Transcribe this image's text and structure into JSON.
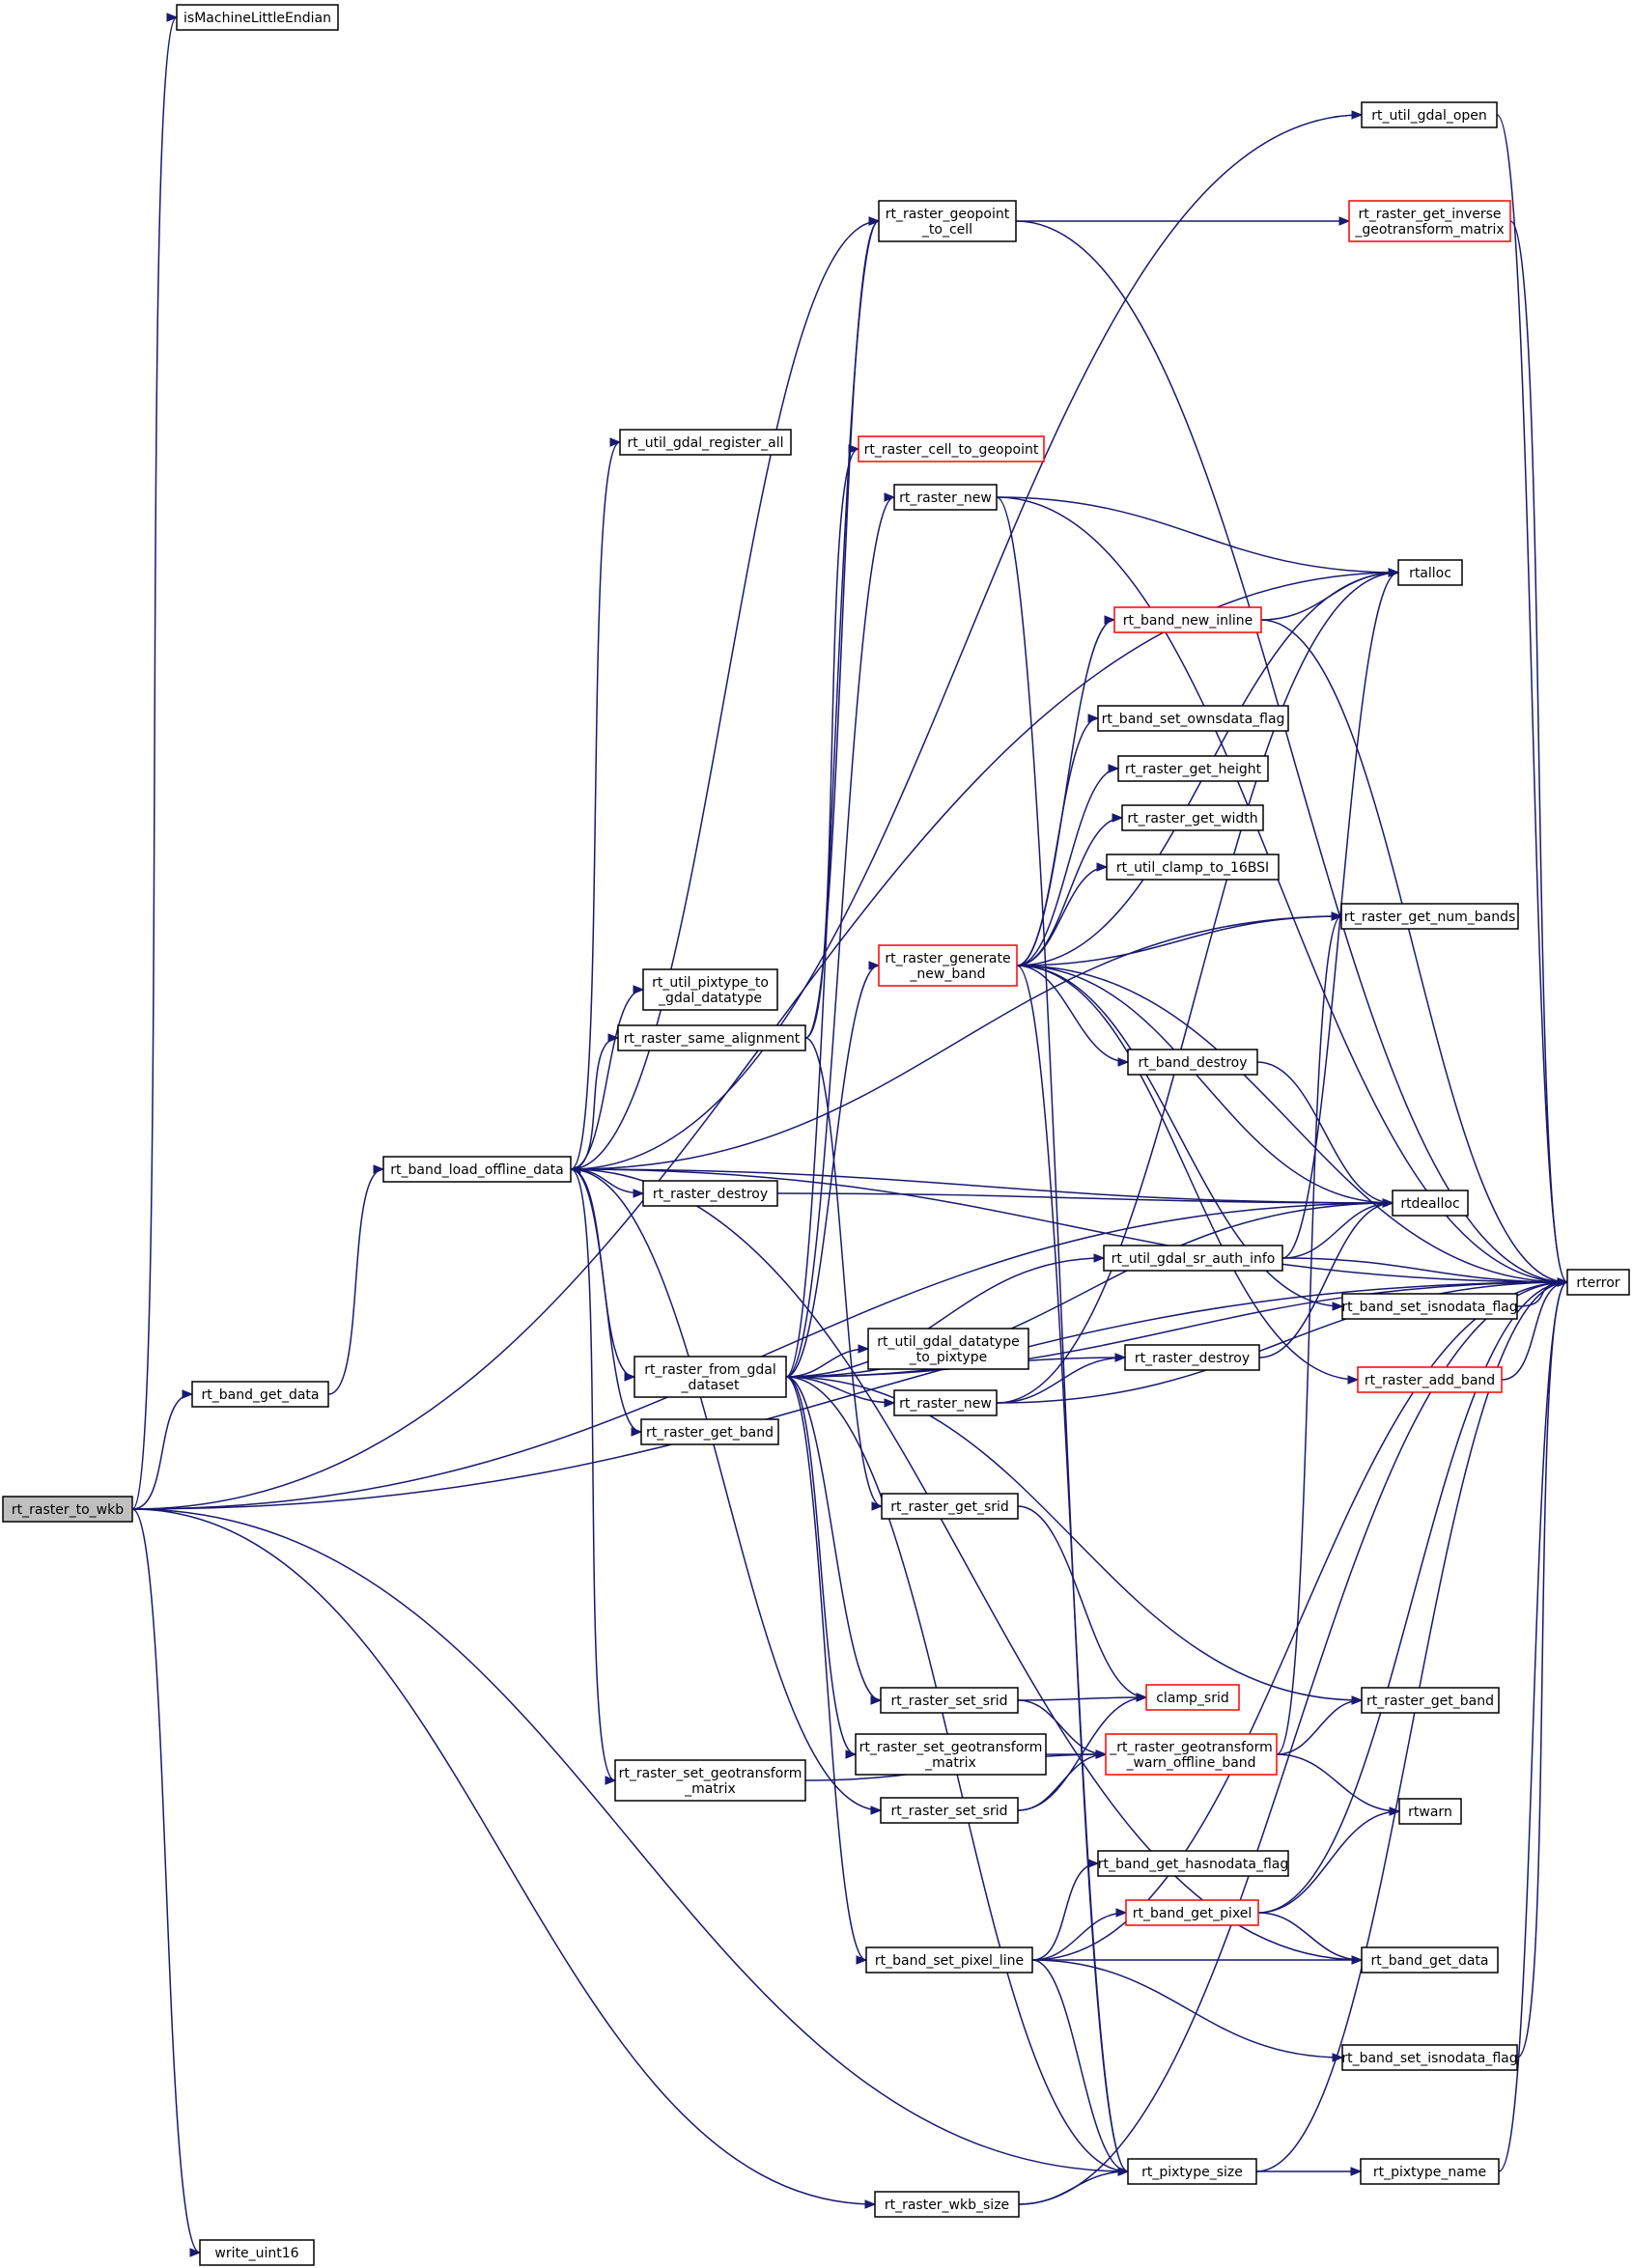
{
  "graph": {
    "root": "rt_raster_to_wkb",
    "nodes": [
      {
        "id": "n_root",
        "lines": [
          "rt_raster_to_wkb"
        ],
        "style": "root"
      },
      {
        "id": "n_isle",
        "lines": [
          "isMachineLittleEndian"
        ],
        "style": "normal"
      },
      {
        "id": "n_getdata1",
        "lines": [
          "rt_band_get_data"
        ],
        "style": "normal"
      },
      {
        "id": "n_loadoff",
        "lines": [
          "rt_band_load_offline_data"
        ],
        "style": "normal"
      },
      {
        "id": "n_uint16",
        "lines": [
          "write_uint16"
        ],
        "style": "normal"
      },
      {
        "id": "n_regall",
        "lines": [
          "rt_util_gdal_register_all"
        ],
        "style": "normal"
      },
      {
        "id": "n_pxtogdal",
        "lines": [
          "rt_util_pixtype_to",
          "_gdal_datatype"
        ],
        "style": "normal"
      },
      {
        "id": "n_samealign",
        "lines": [
          "rt_raster_same_alignment"
        ],
        "style": "normal"
      },
      {
        "id": "n_rdestroy1",
        "lines": [
          "rt_raster_destroy"
        ],
        "style": "normal"
      },
      {
        "id": "n_fromgdal",
        "lines": [
          "rt_raster_from_gdal",
          "_dataset"
        ],
        "style": "normal"
      },
      {
        "id": "n_getband1",
        "lines": [
          "rt_raster_get_band"
        ],
        "style": "normal"
      },
      {
        "id": "n_setgt1",
        "lines": [
          "rt_raster_set_geotransform",
          "_matrix"
        ],
        "style": "normal"
      },
      {
        "id": "n_geopoint",
        "lines": [
          "rt_raster_geopoint",
          "_to_cell"
        ],
        "style": "normal"
      },
      {
        "id": "n_celltogeo",
        "lines": [
          "rt_raster_cell_to_geopoint"
        ],
        "style": "red"
      },
      {
        "id": "n_rnew1",
        "lines": [
          "rt_raster_new"
        ],
        "style": "normal"
      },
      {
        "id": "n_genband",
        "lines": [
          "rt_raster_generate",
          "_new_band"
        ],
        "style": "red"
      },
      {
        "id": "n_gdaltopx",
        "lines": [
          "rt_util_gdal_datatype",
          "_to_pixtype"
        ],
        "style": "normal"
      },
      {
        "id": "n_rnew2",
        "lines": [
          "rt_raster_new"
        ],
        "style": "normal"
      },
      {
        "id": "n_getsrid",
        "lines": [
          "rt_raster_get_srid"
        ],
        "style": "normal"
      },
      {
        "id": "n_setsrid1",
        "lines": [
          "rt_raster_set_srid"
        ],
        "style": "normal"
      },
      {
        "id": "n_setgt2",
        "lines": [
          "rt_raster_set_geotransform",
          "_matrix"
        ],
        "style": "normal"
      },
      {
        "id": "n_setsrid2",
        "lines": [
          "rt_raster_set_srid"
        ],
        "style": "normal"
      },
      {
        "id": "n_setpxline",
        "lines": [
          "rt_band_set_pixel_line"
        ],
        "style": "normal"
      },
      {
        "id": "n_wkbsize",
        "lines": [
          "rt_raster_wkb_size"
        ],
        "style": "normal"
      },
      {
        "id": "n_gdalopen",
        "lines": [
          "rt_util_gdal_open"
        ],
        "style": "normal"
      },
      {
        "id": "n_invgt",
        "lines": [
          "rt_raster_get_inverse",
          "_geotransform_matrix"
        ],
        "style": "red"
      },
      {
        "id": "n_bandnew",
        "lines": [
          "rt_band_new_inline"
        ],
        "style": "red"
      },
      {
        "id": "n_ownsdata",
        "lines": [
          "rt_band_set_ownsdata_flag"
        ],
        "style": "normal"
      },
      {
        "id": "n_height",
        "lines": [
          "rt_raster_get_height"
        ],
        "style": "normal"
      },
      {
        "id": "n_width",
        "lines": [
          "rt_raster_get_width"
        ],
        "style": "normal"
      },
      {
        "id": "n_clamp16",
        "lines": [
          "rt_util_clamp_to_16BSI"
        ],
        "style": "normal"
      },
      {
        "id": "n_bdestroy",
        "lines": [
          "rt_band_destroy"
        ],
        "style": "normal"
      },
      {
        "id": "n_srauth",
        "lines": [
          "rt_util_gdal_sr_auth_info"
        ],
        "style": "normal"
      },
      {
        "id": "n_rdestroy2",
        "lines": [
          "rt_raster_destroy"
        ],
        "style": "normal"
      },
      {
        "id": "n_clampsrid",
        "lines": [
          "clamp_srid"
        ],
        "style": "red"
      },
      {
        "id": "n_gtwarn",
        "lines": [
          "_rt_raster_geotransform",
          "_warn_offline_band"
        ],
        "style": "red"
      },
      {
        "id": "n_hasnodata",
        "lines": [
          "rt_band_get_hasnodata_flag"
        ],
        "style": "normal"
      },
      {
        "id": "n_getpixel",
        "lines": [
          "rt_band_get_pixel"
        ],
        "style": "red"
      },
      {
        "id": "n_pxsize",
        "lines": [
          "rt_pixtype_size"
        ],
        "style": "normal"
      },
      {
        "id": "n_rtalloc",
        "lines": [
          "rtalloc"
        ],
        "style": "normal"
      },
      {
        "id": "n_numbands",
        "lines": [
          "rt_raster_get_num_bands"
        ],
        "style": "normal"
      },
      {
        "id": "n_rtdealloc",
        "lines": [
          "rtdealloc"
        ],
        "style": "normal"
      },
      {
        "id": "n_isnodata1",
        "lines": [
          "rt_band_set_isnodata_flag"
        ],
        "style": "normal"
      },
      {
        "id": "n_addband",
        "lines": [
          "rt_raster_add_band"
        ],
        "style": "red"
      },
      {
        "id": "n_getband2",
        "lines": [
          "rt_raster_get_band"
        ],
        "style": "normal"
      },
      {
        "id": "n_rtwarn",
        "lines": [
          "rtwarn"
        ],
        "style": "normal"
      },
      {
        "id": "n_getdata2",
        "lines": [
          "rt_band_get_data"
        ],
        "style": "normal"
      },
      {
        "id": "n_isnodata2",
        "lines": [
          "rt_band_set_isnodata_flag"
        ],
        "style": "normal"
      },
      {
        "id": "n_pxname",
        "lines": [
          "rt_pixtype_name"
        ],
        "style": "normal"
      },
      {
        "id": "n_rterror",
        "lines": [
          "rterror"
        ],
        "style": "normal"
      }
    ],
    "edges": [
      [
        "n_root",
        "n_isle"
      ],
      [
        "n_root",
        "n_rterror"
      ],
      [
        "n_root",
        "n_rtalloc"
      ],
      [
        "n_root",
        "n_getdata1"
      ],
      [
        "n_root",
        "n_rtdealloc"
      ],
      [
        "n_root",
        "n_pxsize"
      ],
      [
        "n_root",
        "n_uint16"
      ],
      [
        "n_root",
        "n_wkbsize"
      ],
      [
        "n_getdata1",
        "n_loadoff"
      ],
      [
        "n_loadoff",
        "n_gdalopen"
      ],
      [
        "n_loadoff",
        "n_geopoint"
      ],
      [
        "n_loadoff",
        "n_rterror"
      ],
      [
        "n_loadoff",
        "n_regall"
      ],
      [
        "n_loadoff",
        "n_pxtogdal"
      ],
      [
        "n_loadoff",
        "n_samealign"
      ],
      [
        "n_loadoff",
        "n_rtdealloc"
      ],
      [
        "n_loadoff",
        "n_rdestroy1"
      ],
      [
        "n_loadoff",
        "n_fromgdal"
      ],
      [
        "n_loadoff",
        "n_getband1"
      ],
      [
        "n_loadoff",
        "n_setgt1"
      ],
      [
        "n_loadoff",
        "n_setsrid2"
      ],
      [
        "n_loadoff",
        "n_numbands"
      ],
      [
        "n_samealign",
        "n_geopoint"
      ],
      [
        "n_samealign",
        "n_celltogeo"
      ],
      [
        "n_samealign",
        "n_getsrid"
      ],
      [
        "n_rdestroy1",
        "n_rtdealloc"
      ],
      [
        "n_fromgdal",
        "n_geopoint"
      ],
      [
        "n_fromgdal",
        "n_rnew1"
      ],
      [
        "n_fromgdal",
        "n_genband"
      ],
      [
        "n_fromgdal",
        "n_gdaltopx"
      ],
      [
        "n_fromgdal",
        "n_rnew2"
      ],
      [
        "n_fromgdal",
        "n_srauth"
      ],
      [
        "n_fromgdal",
        "n_rdestroy2"
      ],
      [
        "n_fromgdal",
        "n_setsrid1"
      ],
      [
        "n_fromgdal",
        "n_setgt2"
      ],
      [
        "n_fromgdal",
        "n_getband2"
      ],
      [
        "n_fromgdal",
        "n_setpxline"
      ],
      [
        "n_fromgdal",
        "n_rterror"
      ],
      [
        "n_fromgdal",
        "n_rtdealloc"
      ],
      [
        "n_fromgdal",
        "n_pxsize"
      ],
      [
        "n_setgt1",
        "n_gtwarn"
      ],
      [
        "n_geopoint",
        "n_invgt"
      ],
      [
        "n_geopoint",
        "n_rterror"
      ],
      [
        "n_rnew1",
        "n_rtalloc"
      ],
      [
        "n_rnew1",
        "n_rterror"
      ],
      [
        "n_rnew1",
        "n_pxsize"
      ],
      [
        "n_genband",
        "n_rtalloc"
      ],
      [
        "n_genband",
        "n_bandnew"
      ],
      [
        "n_genband",
        "n_ownsdata"
      ],
      [
        "n_genband",
        "n_height"
      ],
      [
        "n_genband",
        "n_width"
      ],
      [
        "n_genband",
        "n_clamp16"
      ],
      [
        "n_genband",
        "n_numbands"
      ],
      [
        "n_genband",
        "n_bdestroy"
      ],
      [
        "n_genband",
        "n_rtdealloc"
      ],
      [
        "n_genband",
        "n_rterror"
      ],
      [
        "n_genband",
        "n_isnodata1"
      ],
      [
        "n_genband",
        "n_addband"
      ],
      [
        "n_genband",
        "n_pxsize"
      ],
      [
        "n_rnew2",
        "n_rdestroy2"
      ],
      [
        "n_rnew2",
        "n_rtalloc"
      ],
      [
        "n_rnew2",
        "n_rterror"
      ],
      [
        "n_getsrid",
        "n_clampsrid"
      ],
      [
        "n_setsrid1",
        "n_clampsrid"
      ],
      [
        "n_setsrid1",
        "n_gtwarn"
      ],
      [
        "n_setgt2",
        "n_gtwarn"
      ],
      [
        "n_setsrid2",
        "n_clampsrid"
      ],
      [
        "n_setsrid2",
        "n_gtwarn"
      ],
      [
        "n_setpxline",
        "n_hasnodata"
      ],
      [
        "n_setpxline",
        "n_getpixel"
      ],
      [
        "n_setpxline",
        "n_getdata2"
      ],
      [
        "n_setpxline",
        "n_rterror"
      ],
      [
        "n_setpxline",
        "n_isnodata2"
      ],
      [
        "n_setpxline",
        "n_pxsize"
      ],
      [
        "n_wkbsize",
        "n_pxsize"
      ],
      [
        "n_wkbsize",
        "n_rterror"
      ],
      [
        "n_gdalopen",
        "n_rterror"
      ],
      [
        "n_invgt",
        "n_rterror"
      ],
      [
        "n_bandnew",
        "n_rtalloc"
      ],
      [
        "n_bandnew",
        "n_rterror"
      ],
      [
        "n_bdestroy",
        "n_rtdealloc"
      ],
      [
        "n_srauth",
        "n_rtalloc"
      ],
      [
        "n_srauth",
        "n_rtdealloc"
      ],
      [
        "n_srauth",
        "n_rterror"
      ],
      [
        "n_rdestroy2",
        "n_rtdealloc"
      ],
      [
        "n_gtwarn",
        "n_getband2"
      ],
      [
        "n_gtwarn",
        "n_rtwarn"
      ],
      [
        "n_gtwarn",
        "n_numbands"
      ],
      [
        "n_getpixel",
        "n_rtwarn"
      ],
      [
        "n_getpixel",
        "n_getdata2"
      ],
      [
        "n_getpixel",
        "n_rterror"
      ],
      [
        "n_pxsize",
        "n_pxname"
      ],
      [
        "n_pxsize",
        "n_rterror"
      ],
      [
        "n_isnodata1",
        "n_rterror"
      ],
      [
        "n_addband",
        "n_rterror"
      ],
      [
        "n_isnodata2",
        "n_rterror"
      ],
      [
        "n_pxname",
        "n_rterror"
      ],
      [
        "n_getdata2",
        "n_loadoff"
      ]
    ]
  }
}
